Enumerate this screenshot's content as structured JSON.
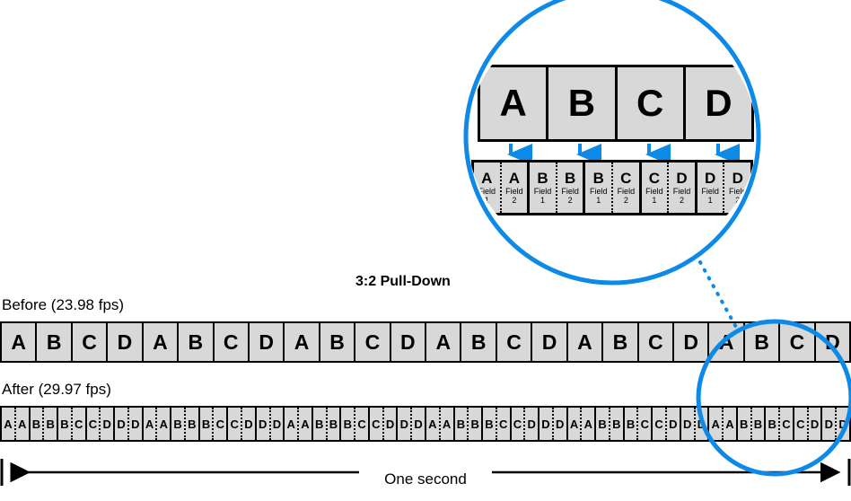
{
  "diagram": {
    "title": "3:2 Pull-Down",
    "accent_color": "#0d8ae8",
    "cell_fill": "#d8d8d8",
    "line_color": "#000000"
  },
  "before": {
    "label": "Before (23.98 fps)",
    "frames": [
      "A",
      "B",
      "C",
      "D",
      "A",
      "B",
      "C",
      "D",
      "A",
      "B",
      "C",
      "D",
      "A",
      "B",
      "C",
      "D",
      "A",
      "B",
      "C",
      "D",
      "A",
      "B",
      "C",
      "D"
    ]
  },
  "after": {
    "label": "After (29.97 fps)",
    "frames": [
      {
        "f1": "A",
        "f2": "A"
      },
      {
        "f1": "B",
        "f2": "B"
      },
      {
        "f1": "B",
        "f2": "C"
      },
      {
        "f1": "C",
        "f2": "D"
      },
      {
        "f1": "D",
        "f2": "D"
      },
      {
        "f1": "A",
        "f2": "A"
      },
      {
        "f1": "B",
        "f2": "B"
      },
      {
        "f1": "B",
        "f2": "C"
      },
      {
        "f1": "C",
        "f2": "D"
      },
      {
        "f1": "D",
        "f2": "D"
      },
      {
        "f1": "A",
        "f2": "A"
      },
      {
        "f1": "B",
        "f2": "B"
      },
      {
        "f1": "B",
        "f2": "C"
      },
      {
        "f1": "C",
        "f2": "D"
      },
      {
        "f1": "D",
        "f2": "D"
      },
      {
        "f1": "A",
        "f2": "A"
      },
      {
        "f1": "B",
        "f2": "B"
      },
      {
        "f1": "B",
        "f2": "C"
      },
      {
        "f1": "C",
        "f2": "D"
      },
      {
        "f1": "D",
        "f2": "D"
      },
      {
        "f1": "A",
        "f2": "A"
      },
      {
        "f1": "B",
        "f2": "B"
      },
      {
        "f1": "B",
        "f2": "C"
      },
      {
        "f1": "C",
        "f2": "D"
      },
      {
        "f1": "D",
        "f2": "D"
      },
      {
        "f1": "A",
        "f2": "A"
      },
      {
        "f1": "B",
        "f2": "B"
      },
      {
        "f1": "B",
        "f2": "C"
      },
      {
        "f1": "C",
        "f2": "D"
      },
      {
        "f1": "D",
        "f2": "D"
      }
    ]
  },
  "magnifier": {
    "source_frames": [
      "A",
      "B",
      "C",
      "D"
    ],
    "field_label": "Field",
    "field_numbers": {
      "first": "1",
      "second": "2"
    },
    "fields": [
      {
        "f1": "A",
        "f2": "A"
      },
      {
        "f1": "B",
        "f2": "B"
      },
      {
        "f1": "B",
        "f2": "C"
      },
      {
        "f1": "C",
        "f2": "D"
      },
      {
        "f1": "D",
        "f2": "D"
      }
    ]
  },
  "timeline": {
    "label": "One second"
  }
}
